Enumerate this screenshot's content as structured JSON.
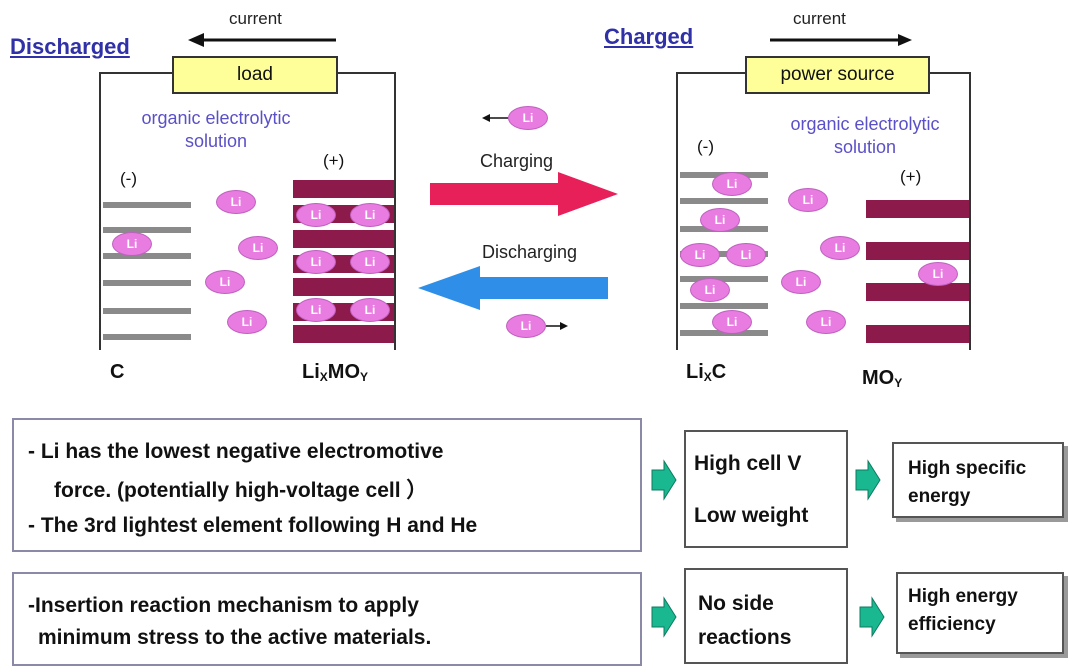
{
  "left_cell": {
    "state_label": "Discharged",
    "current_label": "current",
    "device_label": "load",
    "electrolyte_label": "organic electrolytic\nsolution",
    "neg_sign": "(-)",
    "pos_sign": "(+)",
    "neg_label": "C",
    "pos_label": {
      "base": "Li",
      "sub1": "X",
      "mid": "MO",
      "sub2": "Y"
    }
  },
  "right_cell": {
    "state_label": "Charged",
    "current_label": "current",
    "device_label": "power source",
    "electrolyte_label": "organic electrolytic\nsolution",
    "neg_sign": "(-)",
    "pos_sign": "(+)",
    "neg_label": {
      "base": "Li",
      "sub1": "X",
      "mid": "C"
    },
    "pos_label": {
      "base": "MO",
      "sub1": "Y"
    }
  },
  "process": {
    "charging_label": "Charging",
    "discharging_label": "Discharging",
    "ion_label": "Li",
    "charging_color": "#e8205a",
    "discharging_color": "#2f8fe8"
  },
  "colors": {
    "ion_fill": "#e87ce0",
    "cathode": "#8c1a4a",
    "anode": "#8a8a8a",
    "box_fill_yellow": "#ffff99",
    "arrow_green": "#19b890"
  },
  "features": [
    {
      "reason_lines": [
        "- Li has the lowest negative electromotive",
        "force.  (potentially high-voltage cell ）",
        "- The 3rd lightest element following H and He"
      ],
      "property_lines": [
        "High cell V",
        "Low weight"
      ],
      "result_lines": [
        "High specific",
        "energy"
      ]
    },
    {
      "reason_lines": [
        "-Insertion reaction mechanism to apply",
        "minimum stress to the active materials."
      ],
      "property_lines": [
        "No side",
        "reactions"
      ],
      "result_lines": [
        "High energy",
        "efficiency"
      ]
    }
  ]
}
